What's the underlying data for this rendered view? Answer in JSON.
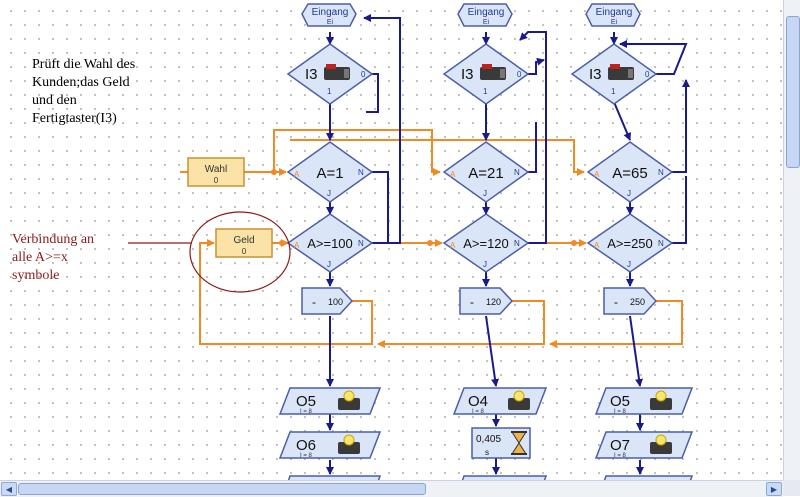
{
  "notes": {
    "top_left": "Prüft die Wahl des\nKunden;das Geld\nund den\nFertigtaster(I3)",
    "red_note": "Verbindung an\nalle A>=x\nsymbole"
  },
  "columns": [
    {
      "start": {
        "label": "Eingang",
        "sub": "Ei"
      },
      "input": {
        "name": "I3",
        "right": "0",
        "bottom": "1"
      },
      "compare": {
        "expr": "A=1",
        "left": "A",
        "right": "N",
        "bottom": "J"
      },
      "threshold": {
        "expr": "A>=100",
        "left": "A",
        "right": "N",
        "bottom": "J"
      },
      "minus": {
        "op": "-",
        "value": "100"
      },
      "output1": {
        "name": "O5",
        "sub": "I = 8"
      },
      "output2": {
        "name": "O6",
        "sub": "I = 8"
      }
    },
    {
      "start": {
        "label": "Eingang",
        "sub": "Ei"
      },
      "input": {
        "name": "I3",
        "right": "0",
        "bottom": "1"
      },
      "compare": {
        "expr": "A=21",
        "left": "A",
        "right": "N",
        "bottom": "J"
      },
      "threshold": {
        "expr": "A>=120",
        "left": "A",
        "right": "N",
        "bottom": "J"
      },
      "minus": {
        "op": "-",
        "value": "120"
      },
      "output1": {
        "name": "O4",
        "sub": "I = 8"
      },
      "timer": {
        "value": "0,405",
        "unit": "s"
      }
    },
    {
      "start": {
        "label": "Eingang",
        "sub": "Ei"
      },
      "input": {
        "name": "I3",
        "right": "0",
        "bottom": "1"
      },
      "compare": {
        "expr": "A=65",
        "left": "A",
        "right": "N",
        "bottom": "J"
      },
      "threshold": {
        "expr": "A>=250",
        "left": "A",
        "right": "N",
        "bottom": "J"
      },
      "minus": {
        "op": "-",
        "value": "250"
      },
      "output1": {
        "name": "O5",
        "sub": "I = 8"
      },
      "output2": {
        "name": "O7",
        "sub": "I = 8"
      }
    }
  ],
  "variables": [
    {
      "name": "Wahl",
      "value": "0"
    },
    {
      "name": "Geld",
      "value": "0"
    }
  ],
  "colors": {
    "flow": "#1a1a8c",
    "data": "#f08a24",
    "block_fill": "#dbe5f8",
    "block_stroke": "#4a5fa8",
    "var_fill": "#fbe3a8",
    "var_stroke": "#c9912f",
    "note_red": "#8b1a1a"
  },
  "icons": {
    "input": "push-button-icon",
    "output": "lamp-icon",
    "timer": "hourglass-icon"
  }
}
